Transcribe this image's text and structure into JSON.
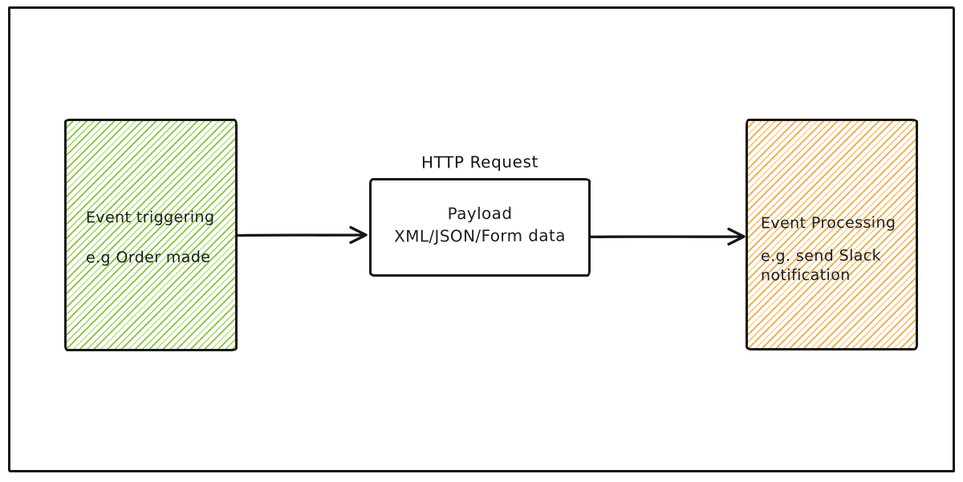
{
  "diagram": {
    "background": "#ffffff",
    "stroke_color": "#161616",
    "nodes": {
      "event_trigger": {
        "lines": [
          "Event triggering",
          "e.g Order made"
        ],
        "hatch_color": "#82c435",
        "style": "hachure"
      },
      "http_request": {
        "title": "HTTP Request",
        "lines": [
          "Payload",
          "XML/JSON/Form data"
        ],
        "fill": "#ffffff"
      },
      "event_processing": {
        "lines": [
          "Event Processing",
          "e.g. send Slack",
          "notification"
        ],
        "hatch_color": "#f2a73b",
        "style": "hachure"
      }
    },
    "arrows": [
      {
        "from": "event_trigger",
        "to": "http_request",
        "direction": "right"
      },
      {
        "from": "http_request",
        "to": "event_processing",
        "direction": "right"
      }
    ]
  }
}
